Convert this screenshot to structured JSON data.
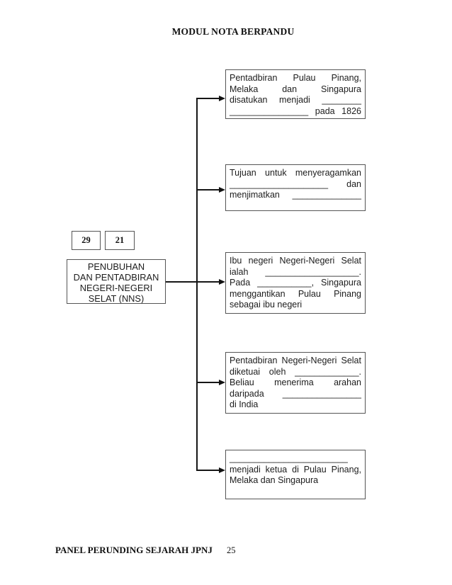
{
  "page": {
    "header_title": "MODUL NOTA BERPANDU",
    "footer_text": "PANEL PERUNDING SEJARAH JPNJ",
    "page_number": "25"
  },
  "diagram": {
    "ref_numbers": [
      "29",
      "21"
    ],
    "main_topic": {
      "lines": [
        "PENUBUHAN",
        "DAN PENTADBIRAN",
        "NEGERI-NEGERI",
        "SELAT (NNS)"
      ]
    },
    "notes": [
      {
        "lines": [
          "Pentadbiran Pulau Pinang,",
          "Melaka dan Singapura",
          "disatukan menjadi ________",
          "________________ pada 1826"
        ]
      },
      {
        "lines": [
          "Tujuan untuk menyeragamkan",
          "____________________ dan",
          "menjimatkan ______________"
        ]
      },
      {
        "lines": [
          "Ibu negeri Negeri-Negeri Selat",
          "ialah ___________________.",
          "Pada ___________, Singapura",
          "menggantikan Pulau Pinang",
          "sebagai ibu negeri"
        ]
      },
      {
        "lines": [
          "Pentadbiran Negeri-Negeri Selat",
          "diketuai oleh _____________.",
          "Beliau menerima arahan",
          "daripada ________________",
          "di India"
        ]
      },
      {
        "lines": [
          "________________________",
          "menjadi ketua di Pulau Pinang,",
          "Melaka dan Singapura"
        ]
      }
    ]
  }
}
